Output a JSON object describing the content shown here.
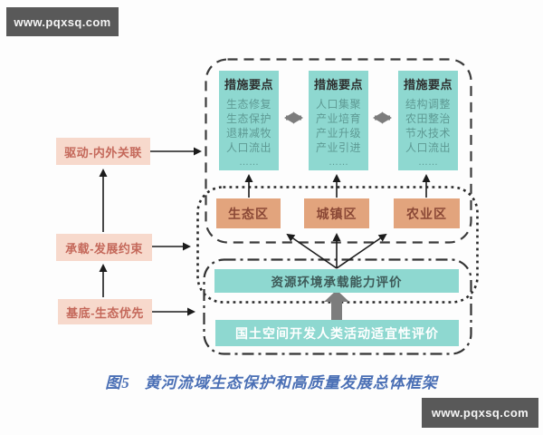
{
  "watermarks": {
    "top": "www.pqxsq.com",
    "bottom": "www.pqxsq.com"
  },
  "left_boxes": [
    {
      "label": "驱动-内外关联"
    },
    {
      "label": "承载-发展约束"
    },
    {
      "label": "基底-生态优先"
    }
  ],
  "measure_boxes": [
    {
      "title": "措施要点",
      "items": [
        "生态修复",
        "生态保护",
        "退耕减牧",
        "人口流出",
        "……"
      ]
    },
    {
      "title": "措施要点",
      "items": [
        "人口集聚",
        "产业培育",
        "产业升级",
        "产业引进",
        "……"
      ]
    },
    {
      "title": "措施要点",
      "items": [
        "结构调整",
        "农田整治",
        "节水技术",
        "人口流出",
        "……"
      ]
    }
  ],
  "region_boxes": [
    {
      "label": "生态区"
    },
    {
      "label": "城镇区"
    },
    {
      "label": "农业区"
    }
  ],
  "evaluations": {
    "carrying": "资源环境承载能力评价",
    "suitability": "国土空间开发人类活动适宜性评价"
  },
  "caption": {
    "figure_label": "图5",
    "title": "黄河流域生态保护和高质量发展总体框架"
  },
  "colors": {
    "teal_box": "#8ed8d0",
    "orange_box": "#e2a47d",
    "pink_box": "#f7d9cc",
    "pink_text": "#c4685a",
    "orange_text": "#8a4836",
    "caption_blue": "#4a6fb5",
    "watermark_bg": "#595959",
    "arrow_gray": "#7d7d7d"
  }
}
